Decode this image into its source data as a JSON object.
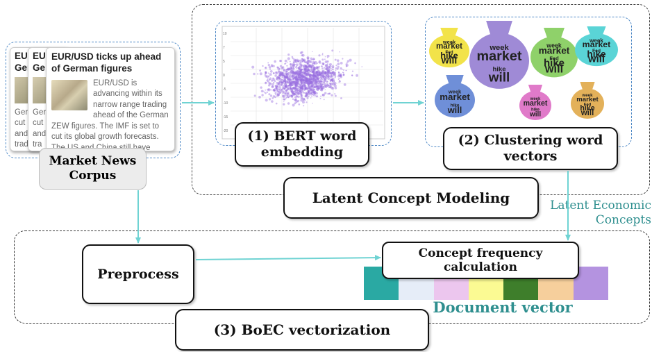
{
  "news": {
    "title": "EUR/USD ticks up ahead of German figures",
    "back_title_1": "EUR",
    "back_title_1b": "Ger",
    "back_title_2": "EUR",
    "back_title_2b": "Ge",
    "body_lead": "EUR/USD is advancing within its narrow range trading ahead of the German ZEW figures. The IMF is set to cut its global growth forecasts. The US and China still have work to do on the",
    "back_lines": [
      "Ger",
      "cut",
      "and",
      "trad"
    ],
    "back_lines2": [
      "Ger",
      "cut",
      "and",
      "tra"
    ]
  },
  "labels": {
    "market_news": "Market News Corpus",
    "bert": "(1) BERT word embedding",
    "clustering": "(2) Clustering word vectors",
    "latent_modeling": "Latent Concept Modeling",
    "latent_economic": "Latent Economic Concepts",
    "preprocess": "Preprocess",
    "concept_freq": "Concept frequency calculation",
    "document_vector": "Document vector",
    "boec": "(3) BoEC vectorization"
  },
  "scatter_axis_ticks": [
    "10",
    "7",
    "5",
    "0",
    "-5",
    "-10",
    "-15",
    "-20"
  ],
  "wordbags": [
    {
      "color": "#f2e34a",
      "words": [
        "week",
        "market",
        "Fed",
        "hike",
        "will"
      ]
    },
    {
      "color": "#9f8ad6",
      "words": [
        "week",
        "market",
        "hike",
        "will"
      ]
    },
    {
      "color": "#8fd16a",
      "words": [
        "week",
        "market",
        "Fed",
        "hike",
        "will"
      ]
    },
    {
      "color": "#5ad4d6",
      "words": [
        "week",
        "market",
        "Fed",
        "hike",
        "will"
      ]
    },
    {
      "color": "#6f8fd8",
      "words": [
        "week",
        "market",
        "hike",
        "will"
      ]
    },
    {
      "color": "#e07ac9",
      "words": [
        "week",
        "market",
        "hike",
        "will"
      ]
    },
    {
      "color": "#e3b15a",
      "words": [
        "week",
        "market",
        "Fed",
        "hike",
        "will"
      ]
    }
  ],
  "document_vector_colors": [
    "#2aa9a3",
    "#e6edf8",
    "#ecc6ee",
    "#fbfa93",
    "#3e7e2b",
    "#f6cf9c",
    "#b493e0"
  ],
  "colors": {
    "arrow": "#6fd3d3",
    "teal_text": "#2f8f8f",
    "scatter": "#9a6fe0"
  }
}
